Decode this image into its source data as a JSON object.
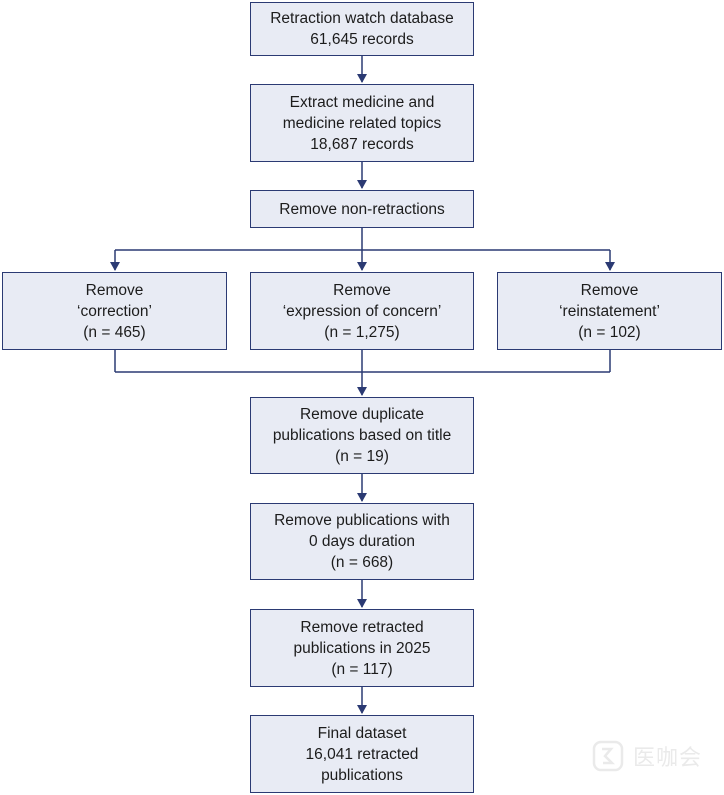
{
  "flowchart": {
    "source": {
      "line1": "Retraction watch database",
      "line2": "61,645 records"
    },
    "extract": {
      "line1": "Extract medicine and",
      "line2": "medicine related topics",
      "line3": "18,687 records"
    },
    "remove_non_retractions": {
      "line1": "Remove non-retractions"
    },
    "remove_correction": {
      "line1": "Remove",
      "line2": "‘correction’",
      "line3": "(n = 465)"
    },
    "remove_concern": {
      "line1": "Remove",
      "line2": "‘expression of concern’",
      "line3": "(n = 1,275)"
    },
    "remove_reinstatement": {
      "line1": "Remove",
      "line2": "‘reinstatement’",
      "line3": "(n = 102)"
    },
    "remove_duplicates": {
      "line1": "Remove duplicate",
      "line2": "publications based on title",
      "line3": "(n = 19)"
    },
    "remove_zero_days": {
      "line1": "Remove publications with",
      "line2": "0 days duration",
      "line3": "(n = 668)"
    },
    "remove_2025": {
      "line1": "Remove retracted",
      "line2": "publications in 2025",
      "line3": "(n = 117)"
    },
    "final": {
      "line1": "Final dataset",
      "line2": "16,041 retracted",
      "line3": "publications"
    }
  },
  "watermark": {
    "text": "医咖会",
    "icon": "watermark-logo-icon"
  },
  "colors": {
    "box_fill": "#e8ebf4",
    "box_border": "#2b3a73",
    "connector": "#2b3a73"
  }
}
